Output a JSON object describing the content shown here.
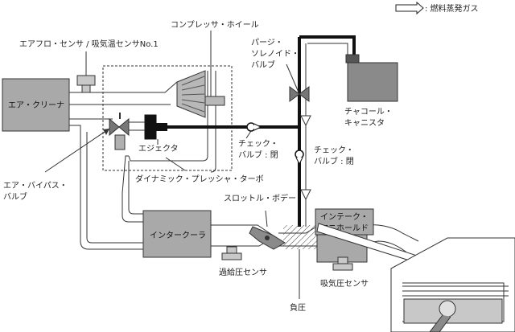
{
  "legend": {
    "fuel_vapor": ": 燃料蒸発ガス"
  },
  "labels": {
    "compressor_wheel": "コンプレッサ・ホイール",
    "airflow_sensor": "エアフロ・センサ / 吸気温センサNo.1",
    "purge_solenoid_1": "パージ・",
    "purge_solenoid_2": "ソレノイド・",
    "purge_solenoid_3": "バルブ",
    "air_cleaner": "エア・クリーナ",
    "charcoal_canister_1": "チャコール・",
    "charcoal_canister_2": "キャニスタ",
    "ejector": "エジェクタ",
    "check_valve_a_1": "チェック・",
    "check_valve_a_2": "バルブ : 閉",
    "check_valve_b_1": "チェック・",
    "check_valve_b_2": "バルブ : 閉",
    "dynamic_pressure_turbo": "ダイナミック・プレッシャ・ターボ",
    "air_bypass_1": "エア・バイパス・",
    "air_bypass_2": "バルブ",
    "throttle_body": "スロットル・ボデー",
    "intake_manifold_1": "インテーク・",
    "intake_manifold_2": "マニホールド",
    "intercooler": "インタークーラ",
    "boost_sensor": "過給圧センサ",
    "intake_pressure_sensor": "吸気圧センサ",
    "negative_pressure": "負圧"
  }
}
